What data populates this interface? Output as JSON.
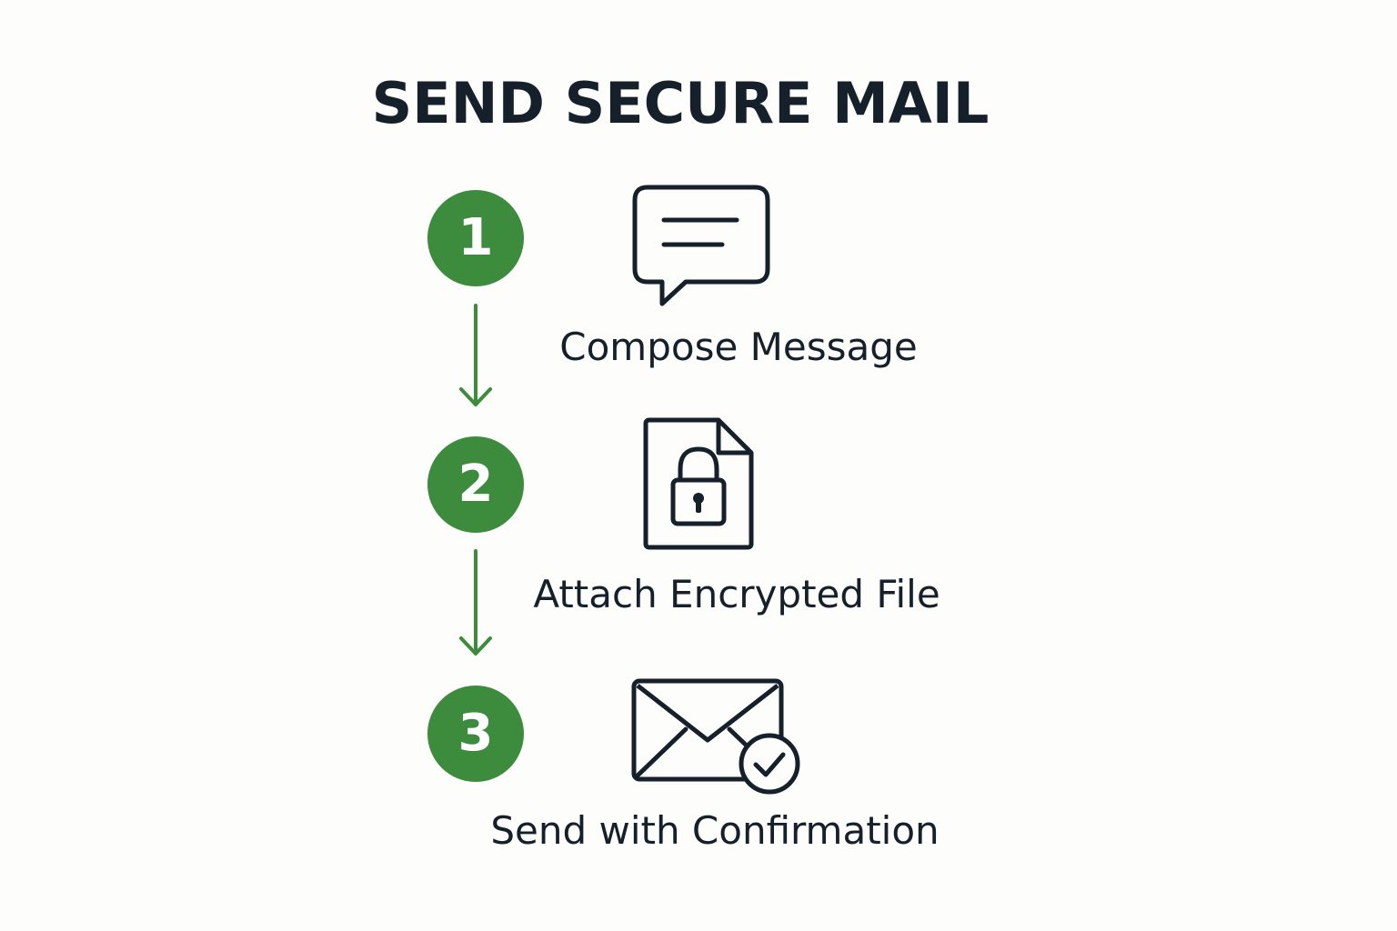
{
  "title": "SEND SECURE MAIL",
  "colors": {
    "accent": "#3d8b3d",
    "ink": "#16202a",
    "background": "#fdfdfb"
  },
  "steps": [
    {
      "number": "1",
      "label": "Compose Message",
      "icon": "chat-bubble-icon"
    },
    {
      "number": "2",
      "label": "Attach Encrypted File",
      "icon": "locked-file-icon"
    },
    {
      "number": "3",
      "label": "Send with Confirmation",
      "icon": "envelope-check-icon"
    }
  ]
}
